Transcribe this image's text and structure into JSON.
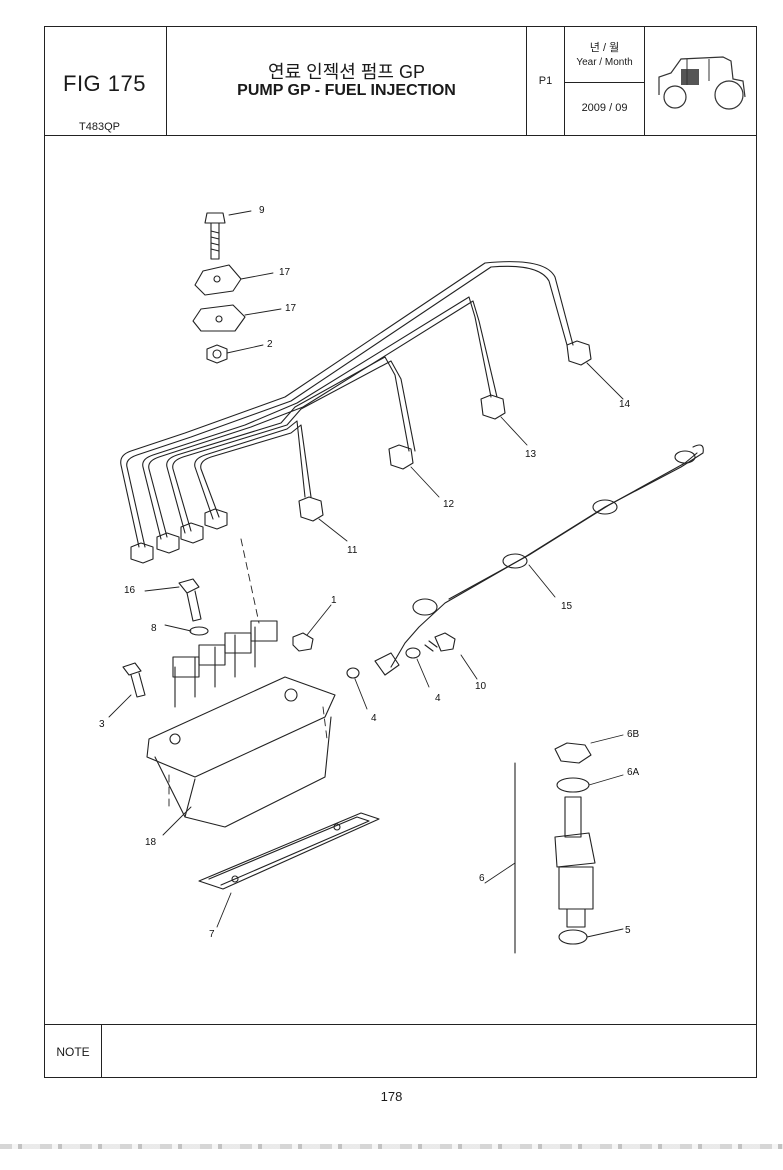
{
  "header": {
    "fig_number": "FIG 175",
    "fig_code": "T483QP",
    "title_ko": "연료 인젝션 펌프 GP",
    "title_en": "PUMP GP - FUEL INJECTION",
    "page_code": "P1",
    "year_month_ko": "년 / 월",
    "year_month_en": "Year / Month",
    "date": "2009 / 09",
    "thumbnail_icon": "tractor-icon"
  },
  "callouts": {
    "c9": "9",
    "c17a": "17",
    "c17b": "17",
    "c2": "2",
    "c14": "14",
    "c13": "13",
    "c12": "12",
    "c11": "11",
    "c15": "15",
    "c16": "16",
    "c8": "8",
    "c1": "1",
    "c10": "10",
    "c4a": "4",
    "c4b": "4",
    "c3": "3",
    "c6B": "6B",
    "c6A": "6A",
    "c18": "18",
    "c6": "6",
    "c5": "5",
    "c7": "7"
  },
  "note": {
    "label": "NOTE"
  },
  "page_number": "178"
}
